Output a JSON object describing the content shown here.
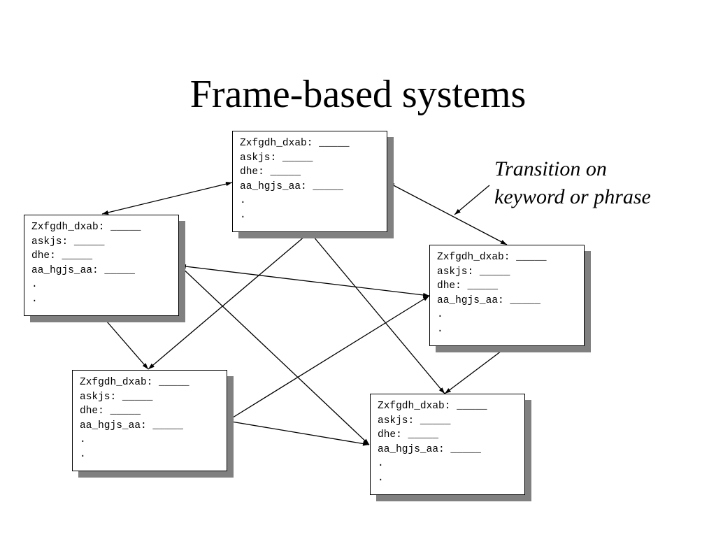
{
  "slide": {
    "title": "Frame-based systems",
    "annotation": {
      "line1": "Transition on",
      "line2": "keyword or phrase"
    }
  },
  "frames": [
    {
      "slot1": "Zxfgdh_dxab: _____",
      "slot2": "askjs: _____",
      "slot3": "dhe: _____",
      "slot4": "aa_hgjs_aa: _____",
      "dot1": ".",
      "dot2": "."
    },
    {
      "slot1": "Zxfgdh_dxab: _____",
      "slot2": "askjs: _____",
      "slot3": "dhe: _____",
      "slot4": "aa_hgjs_aa: _____",
      "dot1": ".",
      "dot2": "."
    },
    {
      "slot1": "Zxfgdh_dxab: _____",
      "slot2": "askjs: _____",
      "slot3": "dhe: _____",
      "slot4": "aa_hgjs_aa: _____",
      "dot1": ".",
      "dot2": "."
    },
    {
      "slot1": "Zxfgdh_dxab: _____",
      "slot2": "askjs: _____",
      "slot3": "dhe: _____",
      "slot4": "aa_hgjs_aa: _____",
      "dot1": ".",
      "dot2": "."
    },
    {
      "slot1": "Zxfgdh_dxab: _____",
      "slot2": "askjs: _____",
      "slot3": "dhe: _____",
      "slot4": "aa_hgjs_aa: _____",
      "dot1": ".",
      "dot2": "."
    }
  ]
}
